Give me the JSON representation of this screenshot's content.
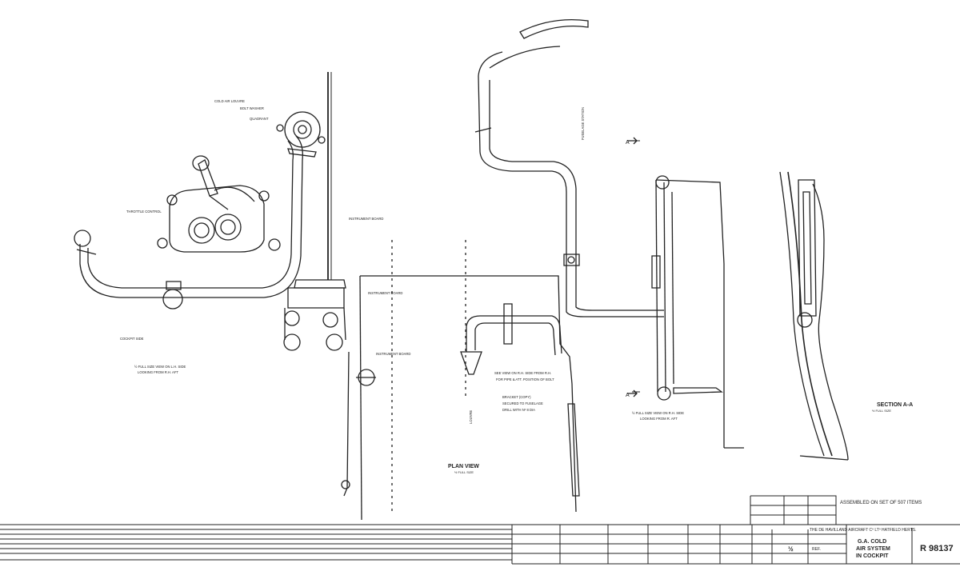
{
  "drawing": {
    "left_callouts": {
      "cold_air_louvre": "COLD AIR LOUVRE",
      "bolt_washer": "BOLT WASHER",
      "quadrant": "QUADRANT",
      "throttle_control": "THROTTLE CONTROL",
      "instrument_board": "INSTRUMENT BOARD",
      "full_size_view_lh": "½ FULL SIZE VIEW ON L.H. SIDE",
      "looking_from_rh": "LOOKING FROM R.H. AFT",
      "cockpit_side": "COCKPIT SIDE"
    },
    "centre_callouts": {
      "instrument_board_2": "INSTRUMENT BOARD",
      "see_view": "SEE VIEW ON R.H. SIDE FROM R.H.",
      "for_pipe": "FOR PIPE & ATT. POSITION OF BOLT",
      "bracket": "BRACKET (COPY)",
      "secured": "SECURED TO FUSELAGE",
      "drill": "DRILL WITH Nº 8 DIA",
      "louvre": "LOUVRE",
      "fuselage_station": "FUSELAGE STATION"
    },
    "right_callouts": {
      "full_size_view_rh": "½ FULL SIZE VIEW ON R.H. SIDE",
      "looking_from_fwd": "LOOKING FROM R. AFT",
      "plan_view": "PLAN VIEW",
      "plan_scale": "½ FULL SIZE",
      "section_aa": "SECTION A-A",
      "section_scale": "½ FULL SIZE",
      "section_letter": "A"
    }
  },
  "title_block": {
    "company": "THE DE HAVILLAND AIRCRAFT Cº LTº HATFIELD HERTS.",
    "assembled": "ASSEMBLED ON SET OF 507 ITEMS",
    "title_line1": "G.A. COLD",
    "title_line2": "AIR SYSTEM",
    "title_line3": "IN COCKPIT",
    "drawing_number": "R 98137",
    "scale": "½",
    "ref": "REF."
  }
}
